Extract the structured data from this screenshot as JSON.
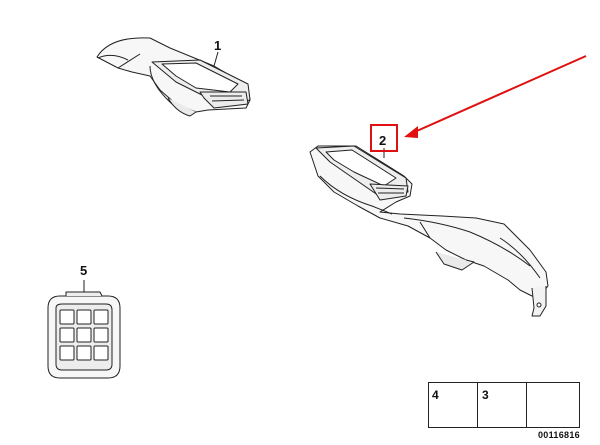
{
  "callouts": {
    "part1": "1",
    "part2": "2",
    "part5": "5"
  },
  "legend": {
    "item_screw_a": "4",
    "item_screw_b": "3"
  },
  "reference_number": "00116816",
  "colors": {
    "highlight": "#e01010",
    "arrow": "#e01010",
    "line": "#222222"
  }
}
